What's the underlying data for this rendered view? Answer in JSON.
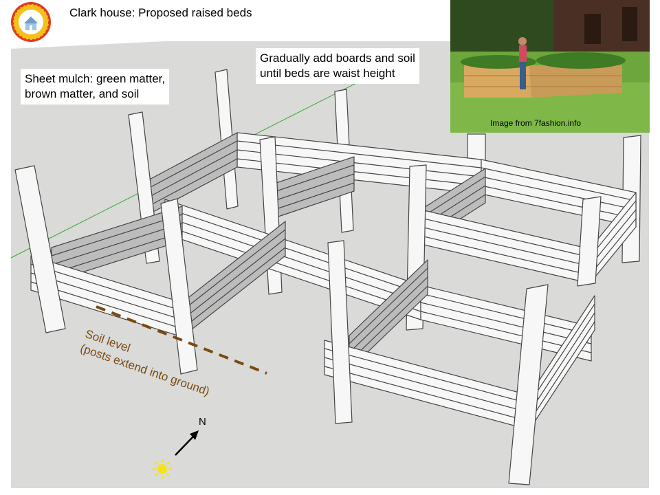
{
  "title": "Clark house: Proposed raised beds",
  "notes": {
    "sheet_mulch": [
      "Sheet mulch: green matter,",
      "brown matter, and soil"
    ],
    "gradually": [
      "Gradually add boards and soil",
      "until beds are waist height"
    ]
  },
  "photo_credit": "Image from 7fashion.info",
  "soil_label": [
    "Soil level",
    "(posts extend into ground)"
  ],
  "compass_label": "N",
  "colors": {
    "ground": "#dadad8",
    "board": "#f7f7f7",
    "board_shade": "#bcbcbc",
    "soil_line": "#7a4a10",
    "sun": "#f5e31a",
    "axis_green": "#33aa33"
  },
  "icons": [
    "sunflower-house-logo",
    "sun-icon",
    "north-arrow-icon"
  ]
}
